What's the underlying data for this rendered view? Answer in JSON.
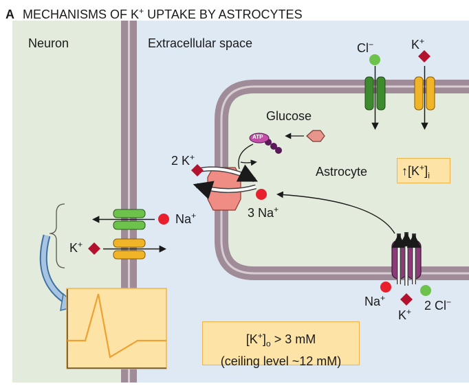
{
  "panel_letter": "A",
  "title": {
    "pre": "MECHANISMS OF K",
    "sup": "+",
    "post": " UPTAKE BY ASTROCYTES"
  },
  "regions": {
    "neuron": "Neuron",
    "extracellular": "Extracellular space",
    "astrocyte": "Astrocyte"
  },
  "labels": {
    "glucose": "Glucose",
    "atp": "ATP",
    "two_k": {
      "pre": "2 K",
      "sup": "+"
    },
    "three_na": {
      "pre": "3 Na",
      "sup": "+"
    },
    "na_neuron": {
      "pre": "Na",
      "sup": "+"
    },
    "k_neuron": {
      "pre": "K",
      "sup": "+"
    },
    "cl_top": {
      "pre": "Cl",
      "sup": "−"
    },
    "k_top": {
      "pre": "K",
      "sup": "+"
    },
    "na_cotrans": {
      "pre": "Na",
      "sup": "+"
    },
    "k_cotrans": {
      "pre": "K",
      "sup": "+"
    },
    "two_cl": {
      "pre": "2 Cl",
      "sup": "−"
    }
  },
  "boxes": {
    "ki": {
      "arrow": "↑",
      "pre": "[K",
      "sup": "+",
      "post": "]",
      "sub": "i"
    },
    "ko": {
      "line1_pre": "[K",
      "line1_sup": "+",
      "line1_post": "]",
      "line1_sub": "o",
      "line1_tail": " > 3 mM",
      "line2": "(ceiling level ~12 mM)"
    }
  },
  "colors": {
    "neuron_bg": "#e3ebdc",
    "extracellular_bg": "#dfe9f4",
    "astrocyte_bg": "#e3ebdc",
    "membrane": "#a08c98",
    "k_ion": "#b3122f",
    "na_ion": "#e8202e",
    "cl_ion": "#6cc24a",
    "channel_green": "#3e8a2e",
    "channel_yellow": "#f0b429",
    "pump": "#ef8c84",
    "cotransporter": "#8a3b78",
    "box_fill": "#fde4a6"
  }
}
